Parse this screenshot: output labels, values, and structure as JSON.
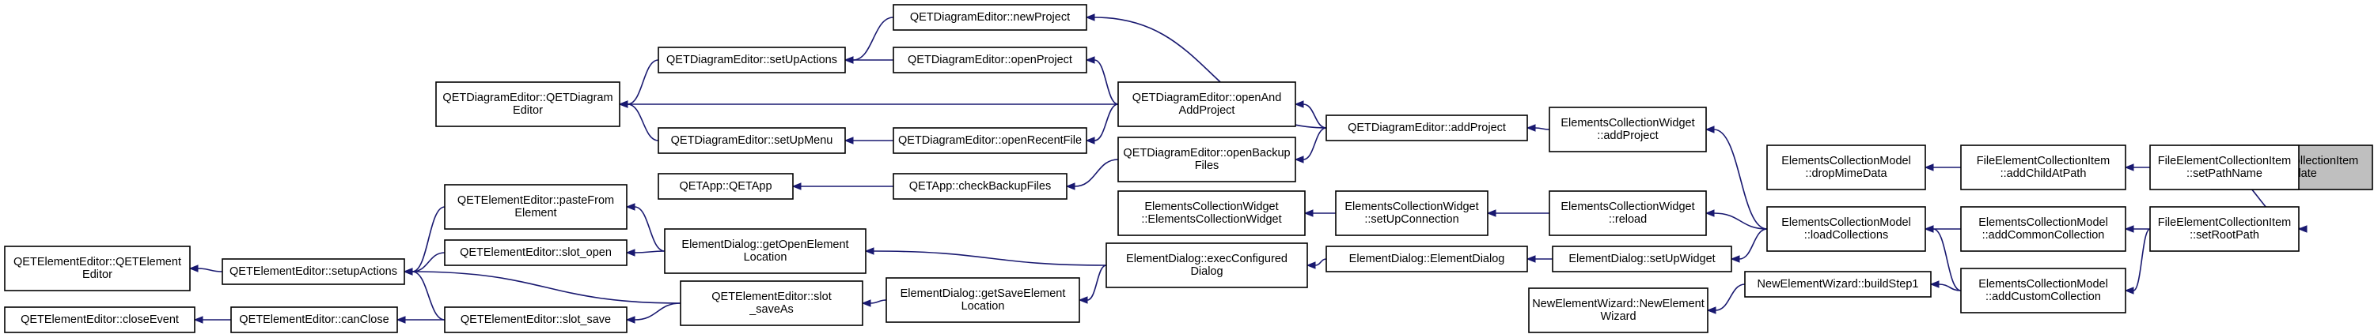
{
  "colors": {
    "edge": "#191970",
    "node_fill": "#ffffff",
    "root_fill": "#bfbfbf",
    "border": "#000000"
  },
  "nodes": [
    {
      "id": "populate",
      "lines": [
        "FileElementCollectionItem",
        "::populate"
      ],
      "root": true
    },
    {
      "id": "setPathName",
      "lines": [
        "FileElementCollectionItem",
        "::setPathName"
      ]
    },
    {
      "id": "setRootPath",
      "lines": [
        "FileElementCollectionItem",
        "::setRootPath"
      ]
    },
    {
      "id": "addChildAtPath",
      "lines": [
        "FileElementCollectionItem",
        "::addChildAtPath"
      ]
    },
    {
      "id": "addCommonCollection",
      "lines": [
        "ElementsCollectionModel",
        "::addCommonCollection"
      ]
    },
    {
      "id": "addCustomCollection",
      "lines": [
        "ElementsCollectionModel",
        "::addCustomCollection"
      ]
    },
    {
      "id": "dropMimeData",
      "lines": [
        "ElementsCollectionModel",
        "::dropMimeData"
      ]
    },
    {
      "id": "loadCollections",
      "lines": [
        "ElementsCollectionModel",
        "::loadCollections"
      ]
    },
    {
      "id": "buildStep1",
      "lines": [
        "NewElementWizard::buildStep1"
      ]
    },
    {
      "id": "newElementWizard",
      "lines": [
        "NewElementWizard::NewElement",
        "Wizard"
      ]
    },
    {
      "id": "ecwAddProject",
      "lines": [
        "ElementsCollectionWidget",
        "::addProject"
      ]
    },
    {
      "id": "ecwReload",
      "lines": [
        "ElementsCollectionWidget",
        "::reload"
      ]
    },
    {
      "id": "setUpWidget",
      "lines": [
        "ElementDialog::setUpWidget"
      ]
    },
    {
      "id": "setUpConnection",
      "lines": [
        "ElementsCollectionWidget",
        "::setUpConnection"
      ]
    },
    {
      "id": "ecwCtor",
      "lines": [
        "ElementsCollectionWidget",
        "::ElementsCollectionWidget"
      ]
    },
    {
      "id": "addProject",
      "lines": [
        "QETDiagramEditor::addProject"
      ]
    },
    {
      "id": "edCtor",
      "lines": [
        "ElementDialog::ElementDialog"
      ]
    },
    {
      "id": "newProject",
      "lines": [
        "QETDiagramEditor::newProject"
      ]
    },
    {
      "id": "openAndAddProject",
      "lines": [
        "QETDiagramEditor::openAnd",
        "AddProject"
      ]
    },
    {
      "id": "openBackupFiles",
      "lines": [
        "QETDiagramEditor::openBackup",
        "Files"
      ]
    },
    {
      "id": "execConfiguredDialog",
      "lines": [
        "ElementDialog::execConfigured",
        "Dialog"
      ]
    },
    {
      "id": "openProject",
      "lines": [
        "QETDiagramEditor::openProject"
      ]
    },
    {
      "id": "openRecentFile",
      "lines": [
        "QETDiagramEditor::openRecentFile"
      ]
    },
    {
      "id": "checkBackupFiles",
      "lines": [
        "QETApp::checkBackupFiles"
      ]
    },
    {
      "id": "getOpenElementLocation",
      "lines": [
        "ElementDialog::getOpenElement",
        "Location"
      ]
    },
    {
      "id": "getSaveElementLocation",
      "lines": [
        "ElementDialog::getSaveElement",
        "Location"
      ]
    },
    {
      "id": "setUpActions",
      "lines": [
        "QETDiagramEditor::setUpActions"
      ]
    },
    {
      "id": "setUpMenu",
      "lines": [
        "QETDiagramEditor::setUpMenu"
      ]
    },
    {
      "id": "qetappCtor",
      "lines": [
        "QETApp::QETApp"
      ]
    },
    {
      "id": "pasteFromElement",
      "lines": [
        "QETElementEditor::pasteFrom",
        "Element"
      ]
    },
    {
      "id": "slotOpen",
      "lines": [
        "QETElementEditor::slot_open"
      ]
    },
    {
      "id": "slotSaveAs",
      "lines": [
        "QETElementEditor::slot",
        "_saveAs"
      ]
    },
    {
      "id": "slotSave",
      "lines": [
        "QETElementEditor::slot_save"
      ]
    },
    {
      "id": "qdeCtor",
      "lines": [
        "QETDiagramEditor::QETDiagram",
        "Editor"
      ]
    },
    {
      "id": "setupActions",
      "lines": [
        "QETElementEditor::setupActions"
      ]
    },
    {
      "id": "canClose",
      "lines": [
        "QETElementEditor::canClose"
      ]
    },
    {
      "id": "qeeCtor",
      "lines": [
        "QETElementEditor::QETElement",
        "Editor"
      ]
    },
    {
      "id": "closeEvent",
      "lines": [
        "QETElementEditor::closeEvent"
      ]
    }
  ],
  "edges": [
    [
      "setPathName",
      "populate"
    ],
    [
      "setRootPath",
      "populate"
    ],
    [
      "addChildAtPath",
      "setPathName"
    ],
    [
      "addCommonCollection",
      "setRootPath"
    ],
    [
      "addCustomCollection",
      "setRootPath"
    ],
    [
      "dropMimeData",
      "addChildAtPath"
    ],
    [
      "loadCollections",
      "addCommonCollection"
    ],
    [
      "loadCollections",
      "addCustomCollection"
    ],
    [
      "buildStep1",
      "addCustomCollection"
    ],
    [
      "newElementWizard",
      "buildStep1"
    ],
    [
      "ecwAddProject",
      "loadCollections"
    ],
    [
      "ecwReload",
      "loadCollections"
    ],
    [
      "setUpWidget",
      "loadCollections"
    ],
    [
      "setUpConnection",
      "ecwReload"
    ],
    [
      "ecwCtor",
      "setUpConnection"
    ],
    [
      "addProject",
      "ecwAddProject"
    ],
    [
      "edCtor",
      "setUpWidget"
    ],
    [
      "newProject",
      "addProject"
    ],
    [
      "openAndAddProject",
      "addProject"
    ],
    [
      "openBackupFiles",
      "addProject"
    ],
    [
      "execConfiguredDialog",
      "edCtor"
    ],
    [
      "openProject",
      "openAndAddProject"
    ],
    [
      "openRecentFile",
      "openAndAddProject"
    ],
    [
      "qdeCtor",
      "openAndAddProject"
    ],
    [
      "checkBackupFiles",
      "openBackupFiles"
    ],
    [
      "getOpenElementLocation",
      "execConfiguredDialog"
    ],
    [
      "getSaveElementLocation",
      "execConfiguredDialog"
    ],
    [
      "setUpActions",
      "newProject"
    ],
    [
      "setUpActions",
      "openProject"
    ],
    [
      "setUpMenu",
      "openRecentFile"
    ],
    [
      "qetappCtor",
      "checkBackupFiles"
    ],
    [
      "pasteFromElement",
      "getOpenElementLocation"
    ],
    [
      "slotOpen",
      "getOpenElementLocation"
    ],
    [
      "slotSaveAs",
      "getSaveElementLocation"
    ],
    [
      "qdeCtor",
      "setUpActions"
    ],
    [
      "qdeCtor",
      "setUpMenu"
    ],
    [
      "setupActions",
      "pasteFromElement"
    ],
    [
      "setupActions",
      "slotOpen"
    ],
    [
      "setupActions",
      "slotSaveAs"
    ],
    [
      "setupActions",
      "slotSave"
    ],
    [
      "slotSave",
      "slotSaveAs"
    ],
    [
      "canClose",
      "slotSave"
    ],
    [
      "qeeCtor",
      "setupActions"
    ],
    [
      "closeEvent",
      "canClose"
    ]
  ]
}
